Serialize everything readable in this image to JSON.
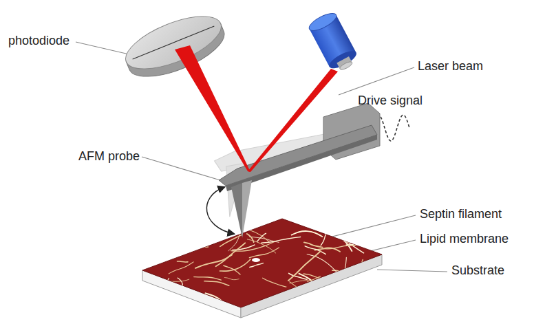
{
  "diagram": {
    "labels": [
      "photodiode",
      "Laser beam",
      "Drive signal",
      "AFM probe",
      "Septin filament",
      "Lipid membrane",
      "Substrate"
    ]
  }
}
